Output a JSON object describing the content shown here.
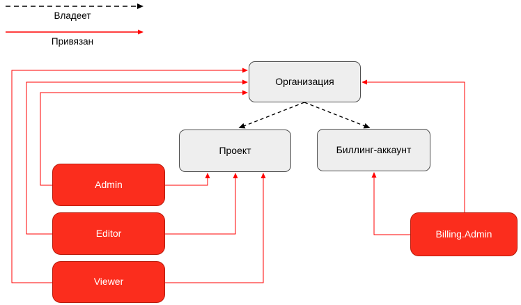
{
  "legend": {
    "owns_label": "Владеет",
    "bound_label": "Привязан"
  },
  "nodes": {
    "organization": {
      "label": "Организация",
      "kind": "entity"
    },
    "project": {
      "label": "Проект",
      "kind": "entity"
    },
    "billing_account": {
      "label": "Биллинг-аккаунт",
      "kind": "entity"
    },
    "admin": {
      "label": "Admin",
      "kind": "role"
    },
    "editor": {
      "label": "Editor",
      "kind": "role"
    },
    "viewer": {
      "label": "Viewer",
      "kind": "role"
    },
    "billing_admin": {
      "label": "Billing.Admin",
      "kind": "role"
    }
  },
  "relations": [
    {
      "from": "Организация",
      "to": "Проект",
      "type": "Владеет"
    },
    {
      "from": "Организация",
      "to": "Биллинг-аккаунт",
      "type": "Владеет"
    },
    {
      "from": "Admin",
      "to": "Организация",
      "type": "Привязан"
    },
    {
      "from": "Admin",
      "to": "Проект",
      "type": "Привязан"
    },
    {
      "from": "Editor",
      "to": "Организация",
      "type": "Привязан"
    },
    {
      "from": "Editor",
      "to": "Проект",
      "type": "Привязан"
    },
    {
      "from": "Viewer",
      "to": "Организация",
      "type": "Привязан"
    },
    {
      "from": "Viewer",
      "to": "Проект",
      "type": "Привязан"
    },
    {
      "from": "Billing.Admin",
      "to": "Организация",
      "type": "Привязан"
    },
    {
      "from": "Billing.Admin",
      "to": "Биллинг-аккаунт",
      "type": "Привязан"
    }
  ],
  "colors": {
    "role_fill": "#fb2d1d",
    "role_border": "#b71c0c",
    "entity_fill": "#eeeeee",
    "entity_border": "#4d4d4d",
    "bound_arrow": "#ff0000",
    "owns_arrow": "#000000"
  }
}
